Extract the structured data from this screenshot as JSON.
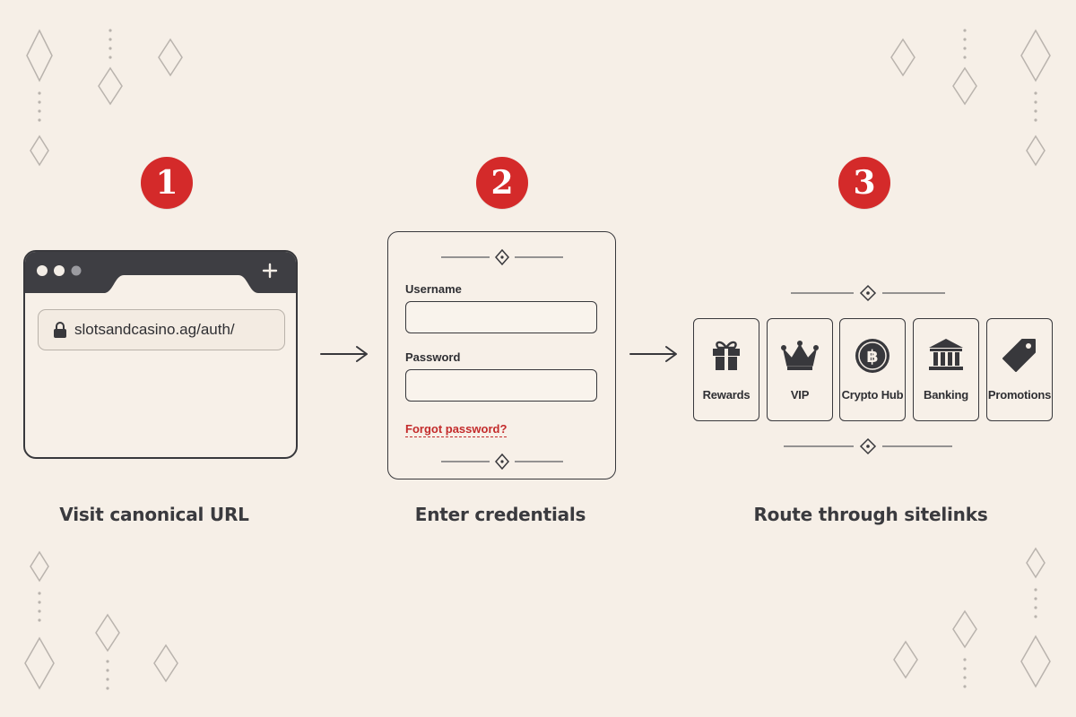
{
  "steps": [
    {
      "number": "1",
      "caption": "Visit canonical URL"
    },
    {
      "number": "2",
      "caption": "Enter credentials"
    },
    {
      "number": "3",
      "caption": "Route through sitelinks"
    }
  ],
  "browser": {
    "new_tab_icon": "plus-icon",
    "address_icon": "lock-icon",
    "url": "slotsandcasino.ag/auth/"
  },
  "login": {
    "username_label": "Username",
    "username_value": "",
    "password_label": "Password",
    "password_value": "",
    "forgot_link": "Forgot password?"
  },
  "sitelinks": [
    {
      "label": "Rewards",
      "icon": "gift-icon"
    },
    {
      "label": "VIP",
      "icon": "crown-icon"
    },
    {
      "label": "Crypto Hub",
      "icon": "bitcoin-icon"
    },
    {
      "label": "Banking",
      "icon": "bank-icon"
    },
    {
      "label": "Promotions",
      "icon": "tag-icon"
    }
  ],
  "colors": {
    "background": "#f6efe7",
    "accent_red": "#d42a2a",
    "ink": "#38383c",
    "link_red": "#c32b2b"
  }
}
